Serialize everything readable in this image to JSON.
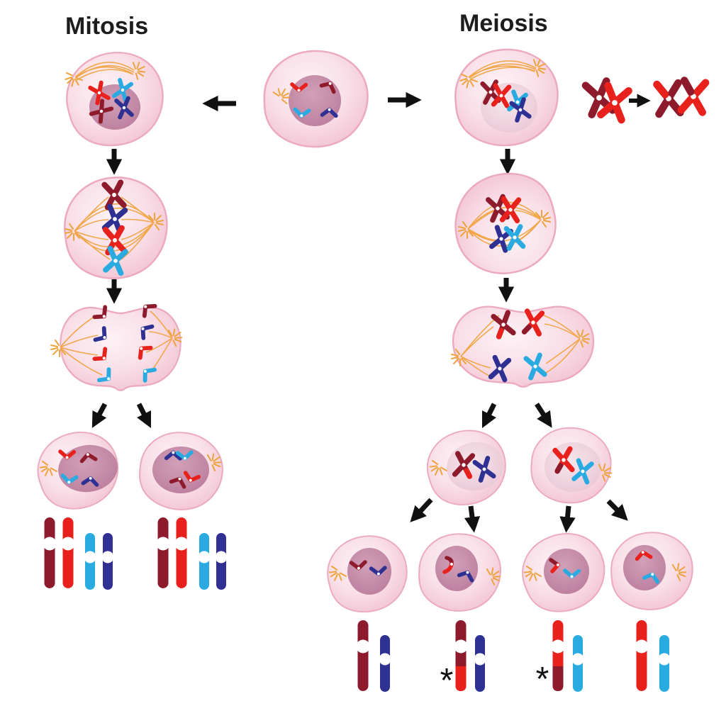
{
  "labels": {
    "mitosis": "Mitosis",
    "meiosis": "Meiosis",
    "recombinant_marker": "*"
  },
  "colors": {
    "chromosome_dark_red": "#8e1b2c",
    "chromosome_red": "#e8211d",
    "chromosome_light_blue": "#29abe2",
    "chromosome_dark_blue": "#2e3192",
    "cell_edge": "#ecaabf",
    "cell_fill_outer": "#f2c3d3",
    "cell_fill_inner": "#fdf2f5",
    "nucleus_dark": "#bb7d9c",
    "nucleus_light": "#e9c6d4",
    "spindle": "#f0a441",
    "centrosome": "#eda43c",
    "centromere": "#ffffff",
    "arrow": "#111111"
  },
  "parent_cell": {
    "chromosomes": [
      "red",
      "dark_red",
      "light_blue",
      "dark_blue"
    ]
  },
  "mitosis": {
    "stage_count": 3,
    "daughter_count": 2,
    "result_sets": [
      {
        "tall_bars": [
          "dark_red",
          "red"
        ],
        "short_bars": [
          "light_blue",
          "dark_blue"
        ],
        "recombinant": false
      },
      {
        "tall_bars": [
          "dark_red",
          "red"
        ],
        "short_bars": [
          "light_blue",
          "dark_blue"
        ],
        "recombinant": false
      }
    ]
  },
  "meiosis": {
    "stage_count": 3,
    "intermediate_count": 2,
    "daughter_count": 4,
    "result_sets": [
      {
        "tall_bar": "dark_red",
        "short_bar": "dark_blue",
        "recombinant": false
      },
      {
        "tall_bar": "dark_red_with_red_tip",
        "short_bar": "dark_blue",
        "recombinant": true
      },
      {
        "tall_bar": "red_with_dark_red_tip",
        "short_bar": "light_blue",
        "recombinant": true
      },
      {
        "tall_bar": "red",
        "short_bar": "light_blue",
        "recombinant": false
      }
    ]
  },
  "crossover_inset": {
    "before": [
      "dark_red_x",
      "red_x_crossed"
    ],
    "after": [
      "dark_red_x_with_red_arm",
      "red_x_with_dark_red_arm"
    ]
  }
}
